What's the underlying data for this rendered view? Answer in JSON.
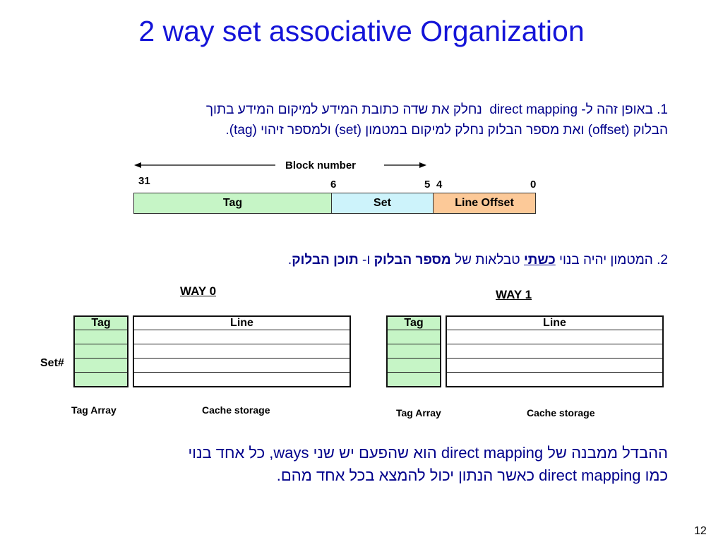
{
  "title": "2 way set associative Organization",
  "point1": {
    "number": "1.",
    "line1_a": "באופן זהה ל-",
    "line1_term": "direct mapping",
    "line1_b": "נחלק את שדה כתובת המידע למיקום המידע בתוך",
    "line2": "הבלוק (offset) ואת מספר הבלוק נחלק למיקום במטמון (set) ולמספר זיהוי (tag)."
  },
  "address_diagram": {
    "block_number_label": "Block number",
    "bit_labels": {
      "b31": "31",
      "b6": "6",
      "b5": "5",
      "b4": "4",
      "b0": "0"
    },
    "fields": [
      {
        "name": "Tag",
        "color": "#c6f5c6"
      },
      {
        "name": "Set",
        "color": "#cdf3fb"
      },
      {
        "name": "Line Offset",
        "color": "#fcc998"
      }
    ]
  },
  "point2": {
    "number": "2.",
    "text_a": "המטמון יהיה בנוי",
    "text_b": "כשתי",
    "text_c": "טבלאות של",
    "text_d": "מספר הבלוק",
    "text_e": "ו-",
    "text_f": "תוכן הבלוק",
    "text_g": "."
  },
  "way0": {
    "title": "WAY 0",
    "tag_header": "Tag",
    "line_header": "Line",
    "set_label": "Set#",
    "tag_caption": "Tag Array",
    "line_caption": "Cache storage"
  },
  "way1": {
    "title": "WAY 1",
    "tag_header": "Tag",
    "line_header": "Line",
    "tag_caption": "Tag Array",
    "line_caption": "Cache storage"
  },
  "summary": {
    "line1_a": "ההבדל ממבנה של",
    "line1_term": "direct mapping",
    "line1_b": "הוא שהפעם יש שני",
    "line1_ways": "ways",
    "line1_c": ", כל אחד בנוי",
    "line2_a": "כמו",
    "line2_term": "direct mapping",
    "line2_b": "כאשר הנתון יכול להמצא בכל אחד מהם."
  },
  "page_number": "12",
  "colors": {
    "title": "#1414d8",
    "body_text": "#00008b",
    "tag_array": "#c6f5c6"
  }
}
